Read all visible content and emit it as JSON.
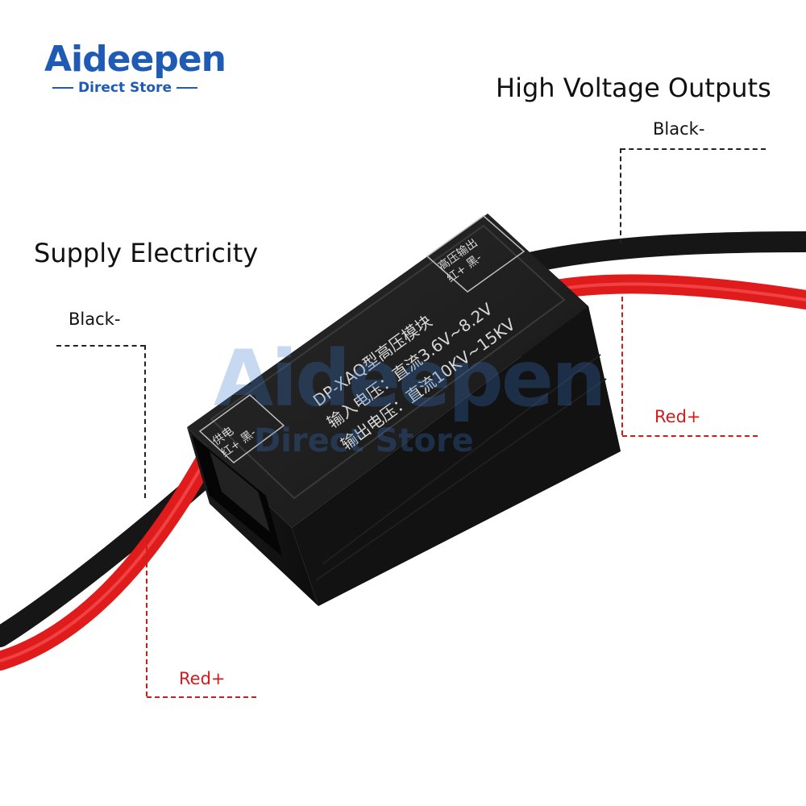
{
  "brand": {
    "name": "Aideepen",
    "subtitle": "Direct Store"
  },
  "labels": {
    "supply_title": "Supply Electricity",
    "output_title": "High Voltage Outputs",
    "input_black": "Black-",
    "input_red": "Red+",
    "output_black": "Black-",
    "output_red": "Red+"
  },
  "module": {
    "model_line": "DP-XAQ型高压模块",
    "input_line": "输入电压：直流3.6V~8.2V",
    "output_line": "输出电压：直流10KV~15KV",
    "input_tag_1": "供电",
    "input_tag_2": "红+ 黑-",
    "output_tag_1": "高压输出",
    "output_tag_2": "红+ 黑-"
  },
  "colors": {
    "brand_blue": "#1f5bb5",
    "wire_red": "#e01b1b",
    "wire_black": "#161616",
    "label_red": "#d11a1a",
    "module_body": "#1a1a1a"
  }
}
